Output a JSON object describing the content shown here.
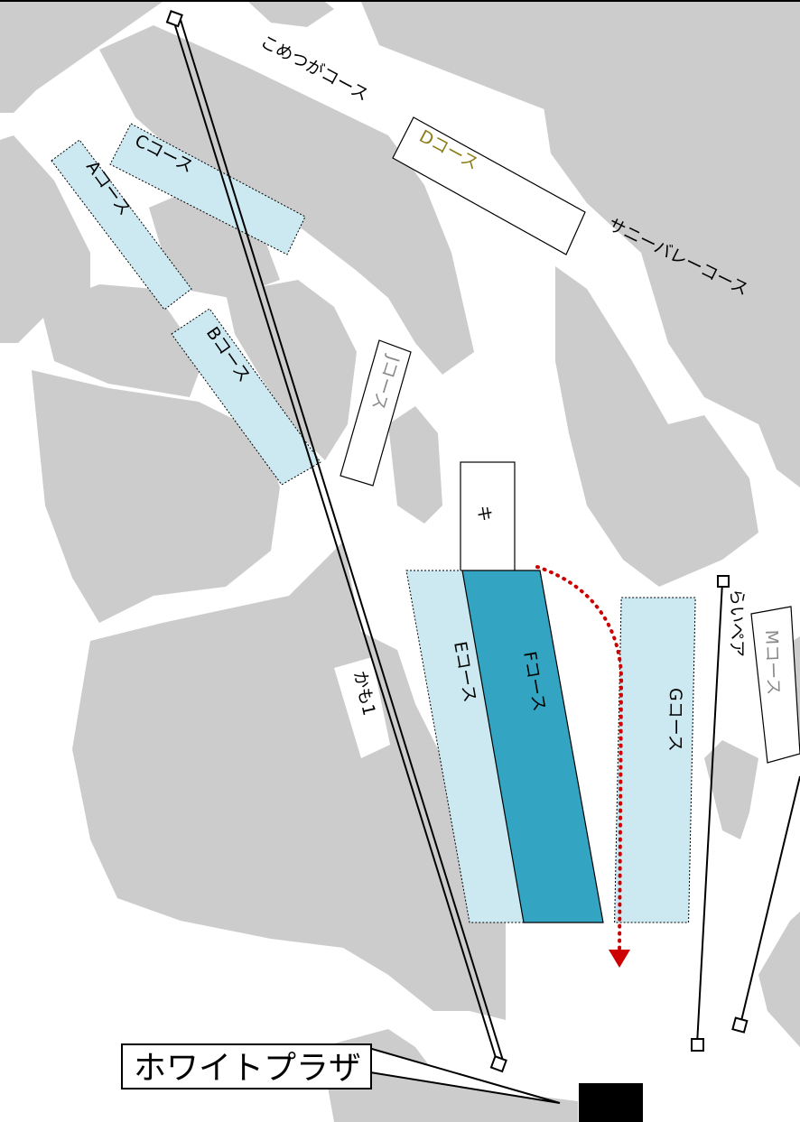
{
  "map": {
    "colors": {
      "terrain": "#cccccc",
      "course_light": "#cce9f1",
      "course_dark": "#33a5c3",
      "lift": "#000000",
      "route_arrow": "#cc0000",
      "course_label_olive": "#8a7d17",
      "course_label_grey": "#8a8a8a"
    },
    "courses": {
      "a": "Aコース",
      "b": "Bコース",
      "c": "Cコース",
      "d": "Dコース",
      "e": "Eコース",
      "f": "Fコース",
      "g": "Gコース",
      "j": "Jコース",
      "m": "Mコース",
      "k": "キ"
    },
    "trails": {
      "kometsuga": "こめつがコース",
      "sunny_valley": "サニーバレーコース"
    },
    "lifts": {
      "kamo1": "かも1",
      "raipea": "らいペア"
    },
    "facility": {
      "white_plaza": "ホワイトプラザ"
    },
    "icons": [
      "lift-station-icon",
      "route-arrow-icon",
      "building-icon"
    ]
  }
}
